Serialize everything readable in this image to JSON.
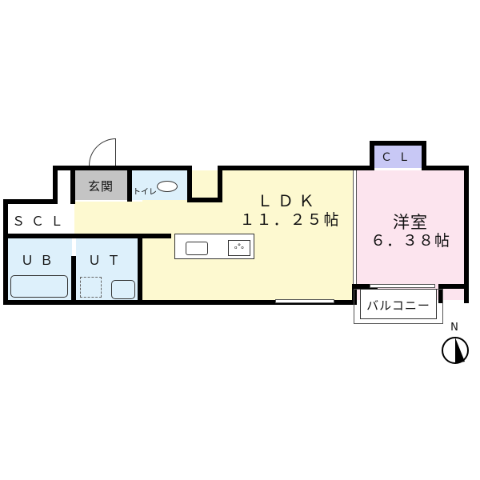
{
  "floorplan": {
    "rooms": {
      "ldk": {
        "name": "ＬＤＫ",
        "size": "１１．２５帖",
        "color": "#fdf9d0"
      },
      "western": {
        "name": "洋室",
        "size": "６．３８帖",
        "color": "#fce4ee"
      },
      "genkan": {
        "name": "玄関",
        "color": "#c4c4c4"
      },
      "toilet": {
        "name": "トイレ",
        "color": "#ddf0fb"
      },
      "scl": {
        "name": "ＳＣＬ",
        "color": "#ffffff"
      },
      "ub": {
        "name": "ＵＢ",
        "color": "#ddf0fb"
      },
      "ut": {
        "name": "ＵＴ",
        "color": "#ddf0fb"
      },
      "cl": {
        "name": "ＣＬ",
        "color": "#c8c8f5"
      },
      "balcony": {
        "name": "バルコニー",
        "color": "#ffffff"
      },
      "hall": {
        "color": "#fdf9d0"
      }
    },
    "compass": {
      "label": "N"
    }
  }
}
